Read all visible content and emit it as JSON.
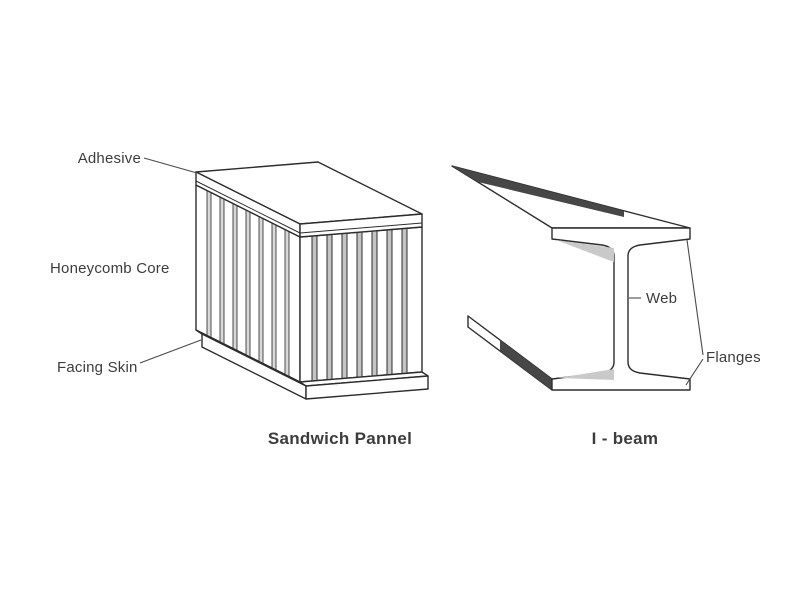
{
  "diagram": {
    "background": "#ffffff",
    "line_color": "#2d2d2d",
    "text_color": "#3c3c3c",
    "shade_dark": "#474747",
    "shade_light": "#c9c9c9",
    "sandwich_panel": {
      "caption": "Sandwich Pannel",
      "labels": {
        "adhesive": "Adhesive",
        "honeycomb_core": "Honeycomb Core",
        "facing_skin": "Facing Skin"
      }
    },
    "i_beam": {
      "caption": "I - beam",
      "labels": {
        "web": "Web",
        "flanges": "Flanges"
      }
    }
  }
}
